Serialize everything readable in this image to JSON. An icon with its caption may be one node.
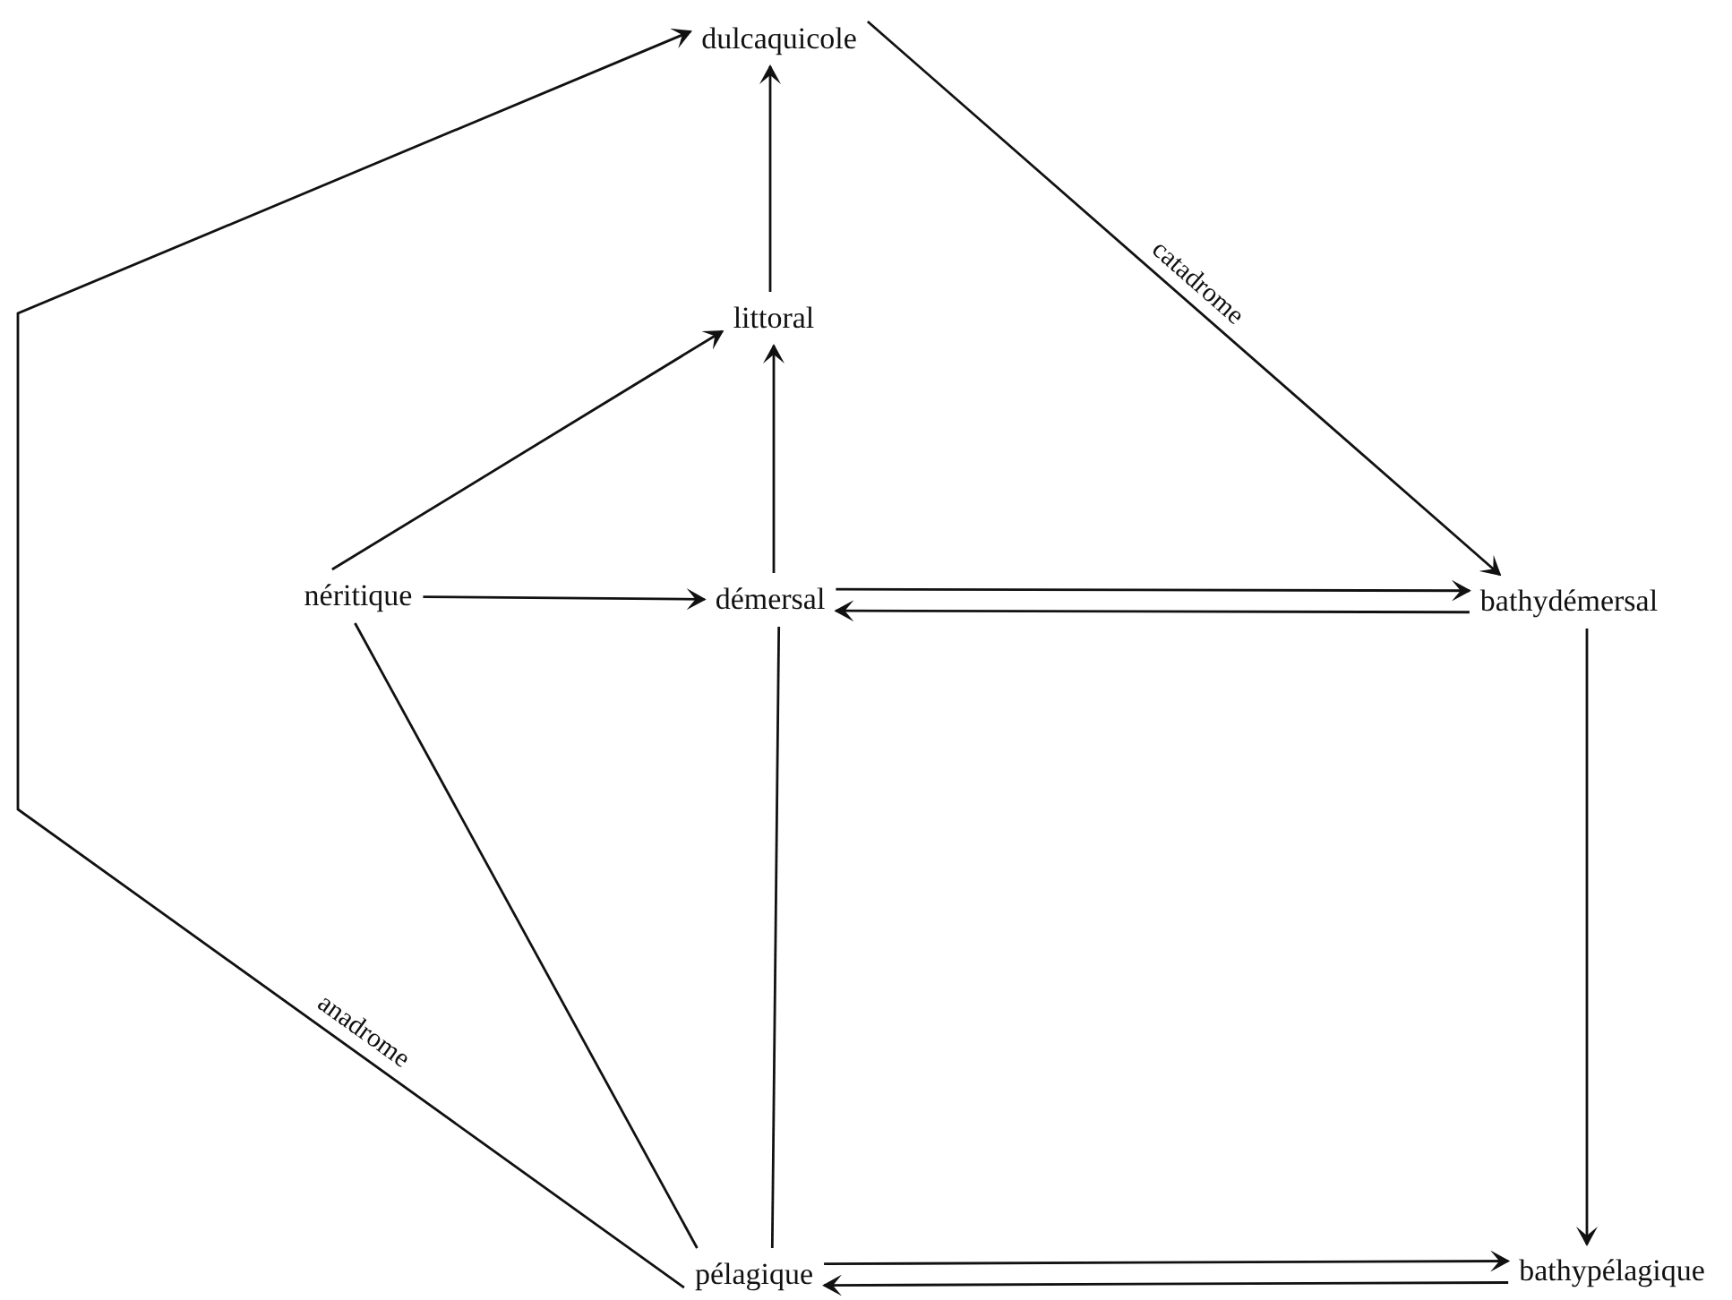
{
  "diagram": {
    "nodes": [
      {
        "text": [
          "dulcaquicole"
        ]
      },
      {
        "text": [
          "littoral"
        ]
      },
      {
        "text": [
          "néritique"
        ]
      },
      {
        "text": [
          "démersal"
        ]
      },
      {
        "text": [
          "bathydémersal"
        ]
      },
      {
        "text": [
          "pélagique"
        ]
      },
      {
        "text": [
          "bathypélagique"
        ]
      }
    ],
    "edges": [
      {
        "from": 5,
        "to": 0,
        "arrow": "to",
        "label": "anadrome"
      },
      {
        "from": 0,
        "to": 4,
        "arrow": "to",
        "label": "catadrome"
      },
      {
        "from": 2,
        "to": 1,
        "arrow": "to"
      },
      {
        "from": 2,
        "to": 3,
        "arrow": "to"
      },
      {
        "from": 3,
        "to": 1,
        "arrow": "to"
      },
      {
        "from": 1,
        "to": 0,
        "arrow": "to"
      },
      {
        "from": 3,
        "to": 4,
        "arrow": "to"
      },
      {
        "from": 4,
        "to": 3,
        "arrow": "to"
      },
      {
        "from": 4,
        "to": 6,
        "arrow": "to"
      },
      {
        "from": 5,
        "to": 6,
        "arrow": "to"
      },
      {
        "from": 6,
        "to": 5,
        "arrow": "to"
      },
      {
        "from": 2,
        "to": 5,
        "arrow": "none"
      },
      {
        "from": 5,
        "to": 3,
        "arrow": "none"
      }
    ]
  }
}
